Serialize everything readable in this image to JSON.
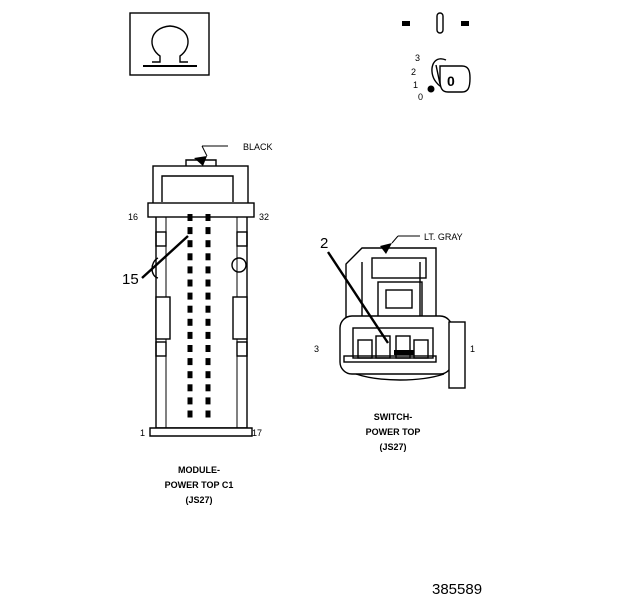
{
  "top_left_icon": {
    "symbol": "Ω",
    "name": "omega-symbol-icon"
  },
  "ignition_icon": {
    "name": "ignition-key-icon",
    "positions": [
      "3",
      "2",
      "1",
      "0"
    ],
    "key_label": "0"
  },
  "connector_c1": {
    "wire_color": "BLACK",
    "pin_top_left": "16",
    "pin_top_right": "32",
    "pin_bottom_left": "1",
    "pin_bottom_right": "17",
    "callout_pin": "15",
    "caption": [
      "MODULE-",
      "POWER TOP C1",
      "(JS27)"
    ]
  },
  "connector_switch": {
    "wire_color": "LT. GRAY",
    "pin_left": "3",
    "pin_right": "1",
    "callout_pin": "2",
    "caption": [
      "SWITCH-",
      "POWER TOP",
      "(JS27)"
    ]
  },
  "figure_number": "385589"
}
